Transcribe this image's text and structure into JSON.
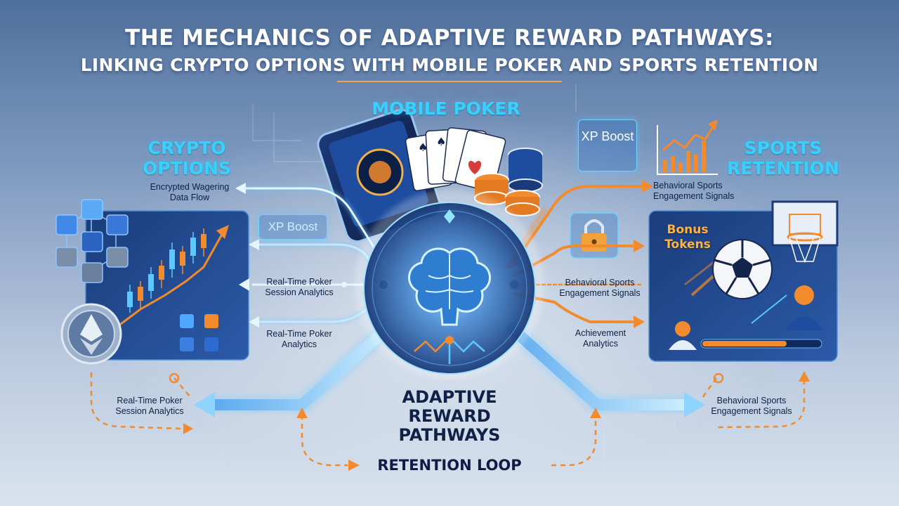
{
  "title": {
    "line1": "THE MECHANICS OF ADAPTIVE REWARD PATHWAYS:",
    "line2": "LINKING CRYPTO OPTIONS WITH MOBILE POKER AND SPORTS RETENTION"
  },
  "sections": {
    "crypto": "CRYPTO OPTIONS",
    "poker": "MOBILE POKER",
    "sports": "SPORTS RETENTION"
  },
  "badges": {
    "xp_left": "XP Boost",
    "xp_right": "XP Boost",
    "bonus": "Bonus Tokens"
  },
  "labels": {
    "encrypted": "Encrypted Wagering Data Flow",
    "realtime_session": "Real-Time Poker Session Analytics",
    "realtime_analytics": "Real-Time Poker Analytics",
    "realtime_session_bottom": "Real-Time Poker Session Analytics",
    "behavioral_top": "Behavioral Sports Engagement Signals",
    "behavioral_mid": "Behavioral Sports Engagement Signals",
    "achievement": "Achievement Analytics",
    "behavioral_bottom": "Behavioral Sports Engagement Signals"
  },
  "center": {
    "title": "ADAPTIVE REWARD PATHWAYS"
  },
  "loop": {
    "label": "RETENTION LOOP"
  },
  "colors": {
    "cyan": "#38d0ff",
    "orange": "#f28a2e",
    "navy": "#0f2145",
    "panel": "#1d3f7c"
  }
}
